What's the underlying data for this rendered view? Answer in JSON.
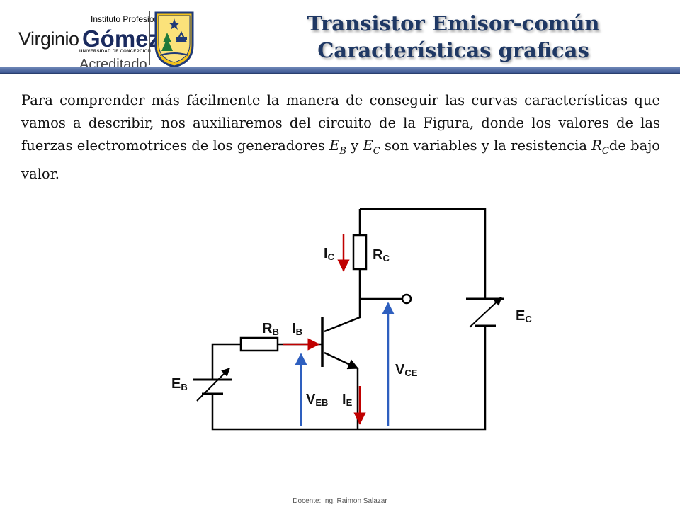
{
  "logo": {
    "instituto": "Instituto Profesional",
    "virginio": "Virginio",
    "gomez": "Gómez",
    "universidad": "UNIVERSIDAD DE CONCEPCION",
    "acreditado": "Acreditado"
  },
  "title": {
    "line1": "Transistor Emisor-común",
    "line2": "Características graficas"
  },
  "paragraph": {
    "part1": "Para comprender más fácilmente la manera de conseguir las curvas características que vamos a describir, nos auxiliaremos del circuito de la Figura, donde  los valores de las fuerzas electromotrices de los generadores ",
    "eb_main": "E",
    "eb_sub": "B",
    "and": " y ",
    "ec_main": "E",
    "ec_sub": "C",
    "part2": " son variables y la resistencia ",
    "rc_main": "R",
    "rc_sub": "C",
    "part3": "de bajo valor."
  },
  "circuit": {
    "ic_main": "I",
    "ic_sub": "C",
    "rc_main": "R",
    "rc_sub": "C",
    "rb_main": "R",
    "rb_sub": "B",
    "ib_main": "I",
    "ib_sub": "B",
    "eb_main": "E",
    "eb_sub": "B",
    "ec_main": "E",
    "ec_sub": "C",
    "veb_main": "V",
    "veb_sub": "EB",
    "ie_main": "I",
    "ie_sub": "E",
    "vce_main": "V",
    "vce_sub": "CE",
    "colors": {
      "wire": "#000000",
      "current_arrow": "#c00000",
      "voltage_arrow": "#2e5fbf",
      "label": "#111111"
    }
  },
  "footer": {
    "text": "Docente: Ing. Raimon Salazar"
  }
}
